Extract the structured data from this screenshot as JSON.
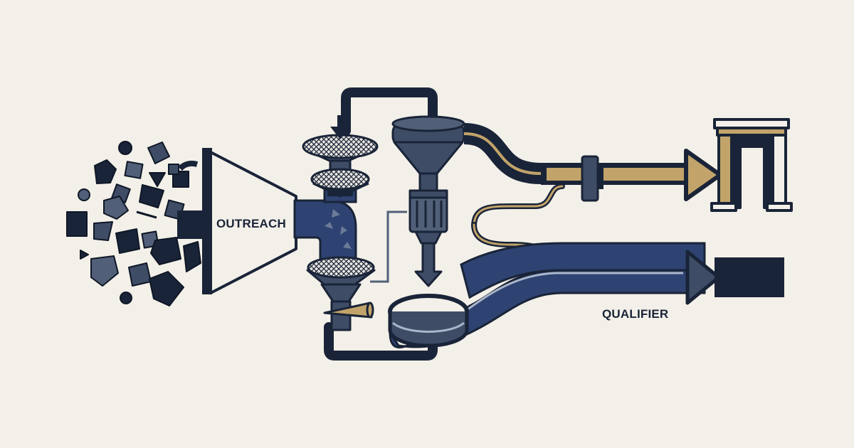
{
  "labels": {
    "outreach": "OUTREACH",
    "qualifier": "QUALIFIER"
  },
  "colors": {
    "background": "#f3f0e9",
    "navy": "#1a2438",
    "steel": "#3e4c66",
    "slate": "#525f78",
    "blue": "#2e4372",
    "gold": "#c2a46a"
  },
  "icons": [
    "scattered-shapes",
    "funnel",
    "mesh-filter",
    "pipe",
    "arrow",
    "gate"
  ]
}
